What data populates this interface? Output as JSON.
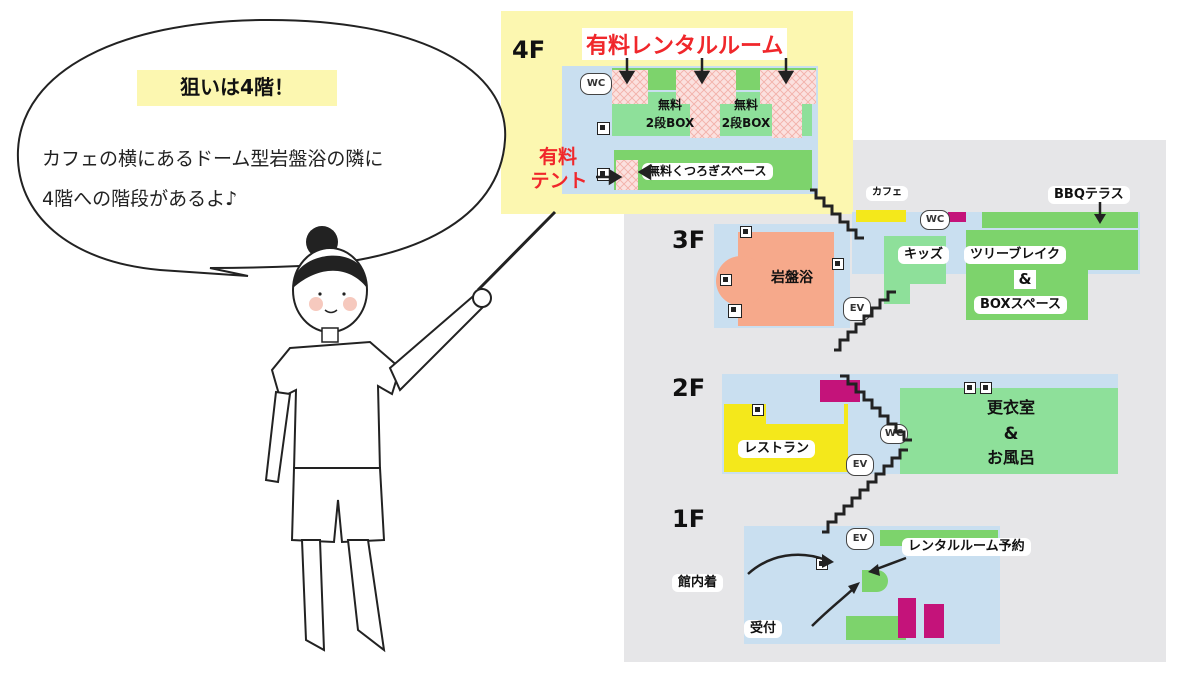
{
  "speech": {
    "title": "狙いは4階！",
    "line1": "カフェの横にあるドーム型岩盤浴の隣に",
    "line2": "4階への階段があるよ♪"
  },
  "floors": {
    "f4": "4F",
    "f3": "3F",
    "f2": "2F",
    "f1": "1F"
  },
  "floor4": {
    "paid_rental_room": "有料レンタルルーム",
    "paid_tent_1": "有料",
    "paid_tent_2": "テント",
    "free_box_a_1": "無料",
    "free_box_a_2": "2段BOX",
    "free_box_b_1": "無料",
    "free_box_b_2": "2段BOX",
    "free_relax": "無料くつろぎスペース",
    "wc": "WC"
  },
  "floor3": {
    "cafe": "カフェ",
    "bbq": "BBQテラス",
    "ganban": "岩盤浴",
    "kids": "キッズ",
    "treebreak_1": "ツリーブレイク",
    "amp": "&",
    "treebreak_2": "BOXスペース",
    "ev": "EV",
    "wc": "WC"
  },
  "floor2": {
    "restaurant": "レストラン",
    "locker_1": "更衣室",
    "amp": "&",
    "locker_2": "お風呂",
    "ev": "EV",
    "wc": "WC"
  },
  "floor1": {
    "rental_reserve": "レンタルルーム予約",
    "wear": "館内着",
    "reception": "受付",
    "ev": "EV"
  },
  "colors": {
    "highlight": "#fcf7b0",
    "panel": "#e6e6e8",
    "green": "#7dd36c",
    "light_green": "#8ee09a",
    "salmon": "#f6a98b",
    "yellow": "#f4e81b",
    "magenta": "#c4137a",
    "red": "#f0272b"
  }
}
